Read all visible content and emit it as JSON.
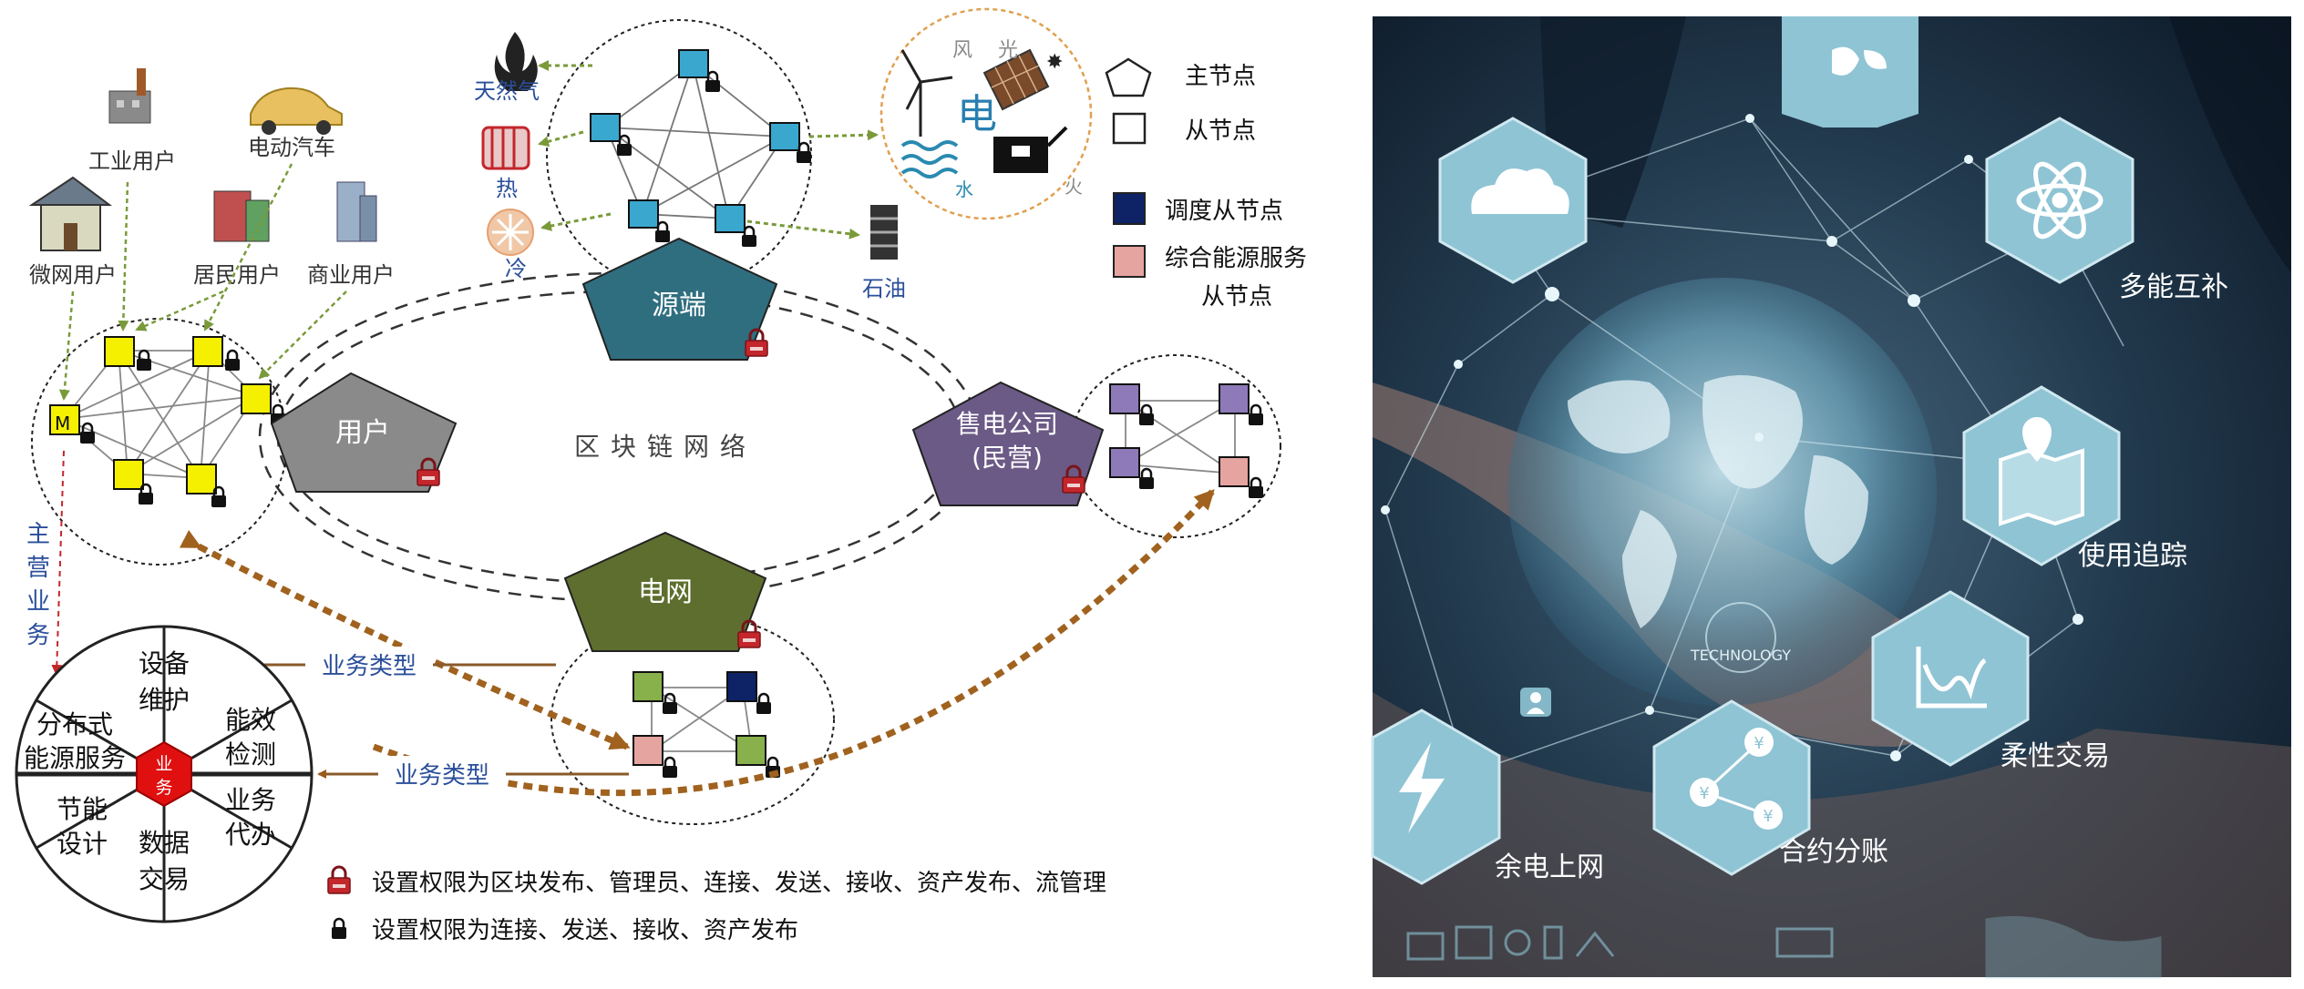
{
  "left": {
    "legend": {
      "master": "主节点",
      "slave": "从节点",
      "dispatch": "调度从节点",
      "ies_line1": "综合能源服务",
      "ies_line2": "从节点"
    },
    "source_end": "源端",
    "user_end": "用户",
    "grid_end": "电网",
    "retail_line1": "售电公司",
    "retail_line2": "(民营)",
    "blockchain": "区块链网络",
    "energy": {
      "gas": "天然气",
      "heat": "热",
      "cold": "冷",
      "oil": "石油",
      "wind": "风",
      "solar": "光",
      "electric": "电",
      "water": "水",
      "fire": "火"
    },
    "users": {
      "industrial": "工业用户",
      "ev": "电动汽车",
      "micro": "微网用户",
      "resident": "居民用户",
      "commercial": "商业用户"
    },
    "main_business": "主营业务",
    "business_type_1": "业务类型",
    "business_type_2": "业务类型",
    "hub": "业务",
    "node_m": "M",
    "sectors": {
      "equipment_line1": "设备",
      "equipment_line2": "维护",
      "efficiency_line1": "能效",
      "efficiency_line2": "检测",
      "distributed_line1": "分布式",
      "distributed_line2": "能源服务",
      "agent_line1": "业务",
      "agent_line2": "代办",
      "saving_line1": "节能",
      "saving_line2": "设计",
      "data_line1": "数据",
      "data_line2": "交易"
    },
    "note_red": "设置权限为区块发布、管理员、连接、发送、接收、资产发布、流管理",
    "note_black": "设置权限为连接、发送、接收、资产发布"
  },
  "right": {
    "labels": {
      "multi_energy": "多能互补",
      "usage_tracking": "使用追踪",
      "flexible_trading": "柔性交易",
      "contract_split": "合约分账",
      "surplus_grid": "余电上网",
      "technology": "TECHNOLOGY"
    }
  },
  "colors": {
    "source": "#2f6e7f",
    "user": "#8a8a8a",
    "grid": "#5d6e2e",
    "retail": "#6b5a86",
    "yellow_node": "#f5f000",
    "blue_node": "#3aa7cf",
    "purple_node": "#8e7ab8",
    "pink_node": "#e6a4a0",
    "green_node": "#88b04b",
    "dispatch_node": "#0d2366",
    "arrow_brown": "#a0621e",
    "lock_red": "#c3262b",
    "hex_fill": "#8fc4d4",
    "dark_bg": "#162536"
  }
}
